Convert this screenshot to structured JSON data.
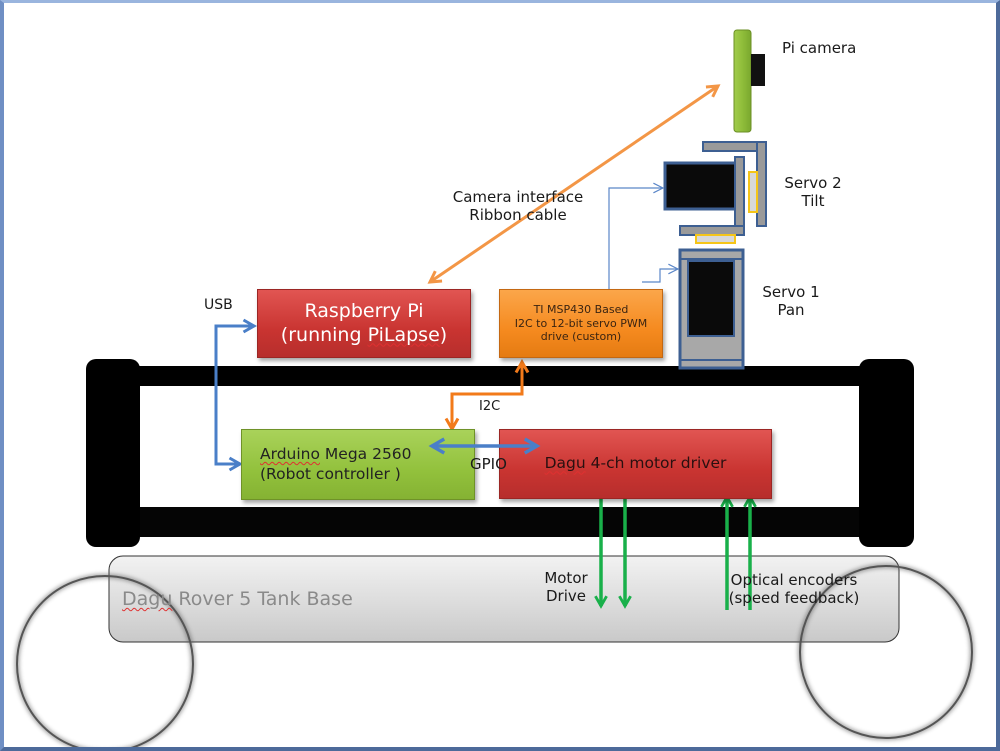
{
  "diagram": {
    "title": "Robot system block diagram",
    "colors": {
      "raspberry_pi_box": "#c93431",
      "motor_driver_box": "#c93431",
      "servo_driver_box": "#f58a1f",
      "arduino_box": "#92c13c",
      "usb_link": "#4a7fc8",
      "gpio_link": "#4a7fc8",
      "i2c_link": "#f27a1a",
      "camera_link": "#f39646",
      "motor_links": "#19b04a",
      "servo_signal_links": "#5a86c8",
      "chassis": "#000000",
      "camera_body": "#8fbd3a",
      "servo_frame": "#9a9a9a",
      "servo_outline": "#3d5f92",
      "servo_horn": "#f5c518"
    },
    "nodes": {
      "raspberry_pi": {
        "line1": "Raspberry Pi",
        "line2_prefix": "(running ",
        "line2_word": "PiLapse",
        "line2_suffix": ")"
      },
      "servo_driver": {
        "line1": "TI MSP430  Based",
        "line2": "I2C to 12-bit servo PWM",
        "line3": "drive (custom)"
      },
      "arduino": {
        "line1_word": "Arduino",
        "line1_rest": " Mega 2560",
        "line2": "(Robot controller )"
      },
      "motor_driver": {
        "word": "Dagu",
        "rest": " 4-ch motor driver"
      },
      "tank_base": {
        "word": "Dagu",
        "rest": " Rover 5 Tank Base"
      },
      "pi_camera": {
        "label": "Pi camera"
      },
      "servo_tilt": {
        "line1": "Servo 2",
        "line2": "Tilt"
      },
      "servo_pan": {
        "line1": "Servo 1",
        "line2": "Pan"
      }
    },
    "edges": [
      {
        "id": "usb",
        "from": "arduino",
        "to": "raspberry_pi",
        "label": "USB",
        "direction": "bidirectional"
      },
      {
        "id": "i2c",
        "from": "arduino",
        "to": "servo_driver",
        "label": "I2C",
        "direction": "bidirectional"
      },
      {
        "id": "gpio",
        "from": "arduino",
        "to": "motor_driver",
        "label": "GPIO",
        "direction": "bidirectional"
      },
      {
        "id": "camera",
        "from": "raspberry_pi",
        "to": "pi_camera",
        "label_line1": "Camera interface",
        "label_line2": "Ribbon cable",
        "direction": "bidirectional"
      },
      {
        "id": "servo_tilt_signal",
        "from": "servo_driver",
        "to": "servo_tilt",
        "direction": "forward"
      },
      {
        "id": "servo_pan_signal",
        "from": "servo_driver",
        "to": "servo_pan",
        "direction": "forward"
      },
      {
        "id": "motor_drive",
        "from": "motor_driver",
        "to": "tank_base",
        "label_line1": "Motor",
        "label_line2": "Drive",
        "count": 2,
        "direction": "forward"
      },
      {
        "id": "encoders",
        "from": "tank_base",
        "to": "motor_driver",
        "label_line1": "Optical encoders",
        "label_line2": "(speed feedback)",
        "count": 2,
        "direction": "forward"
      }
    ]
  }
}
